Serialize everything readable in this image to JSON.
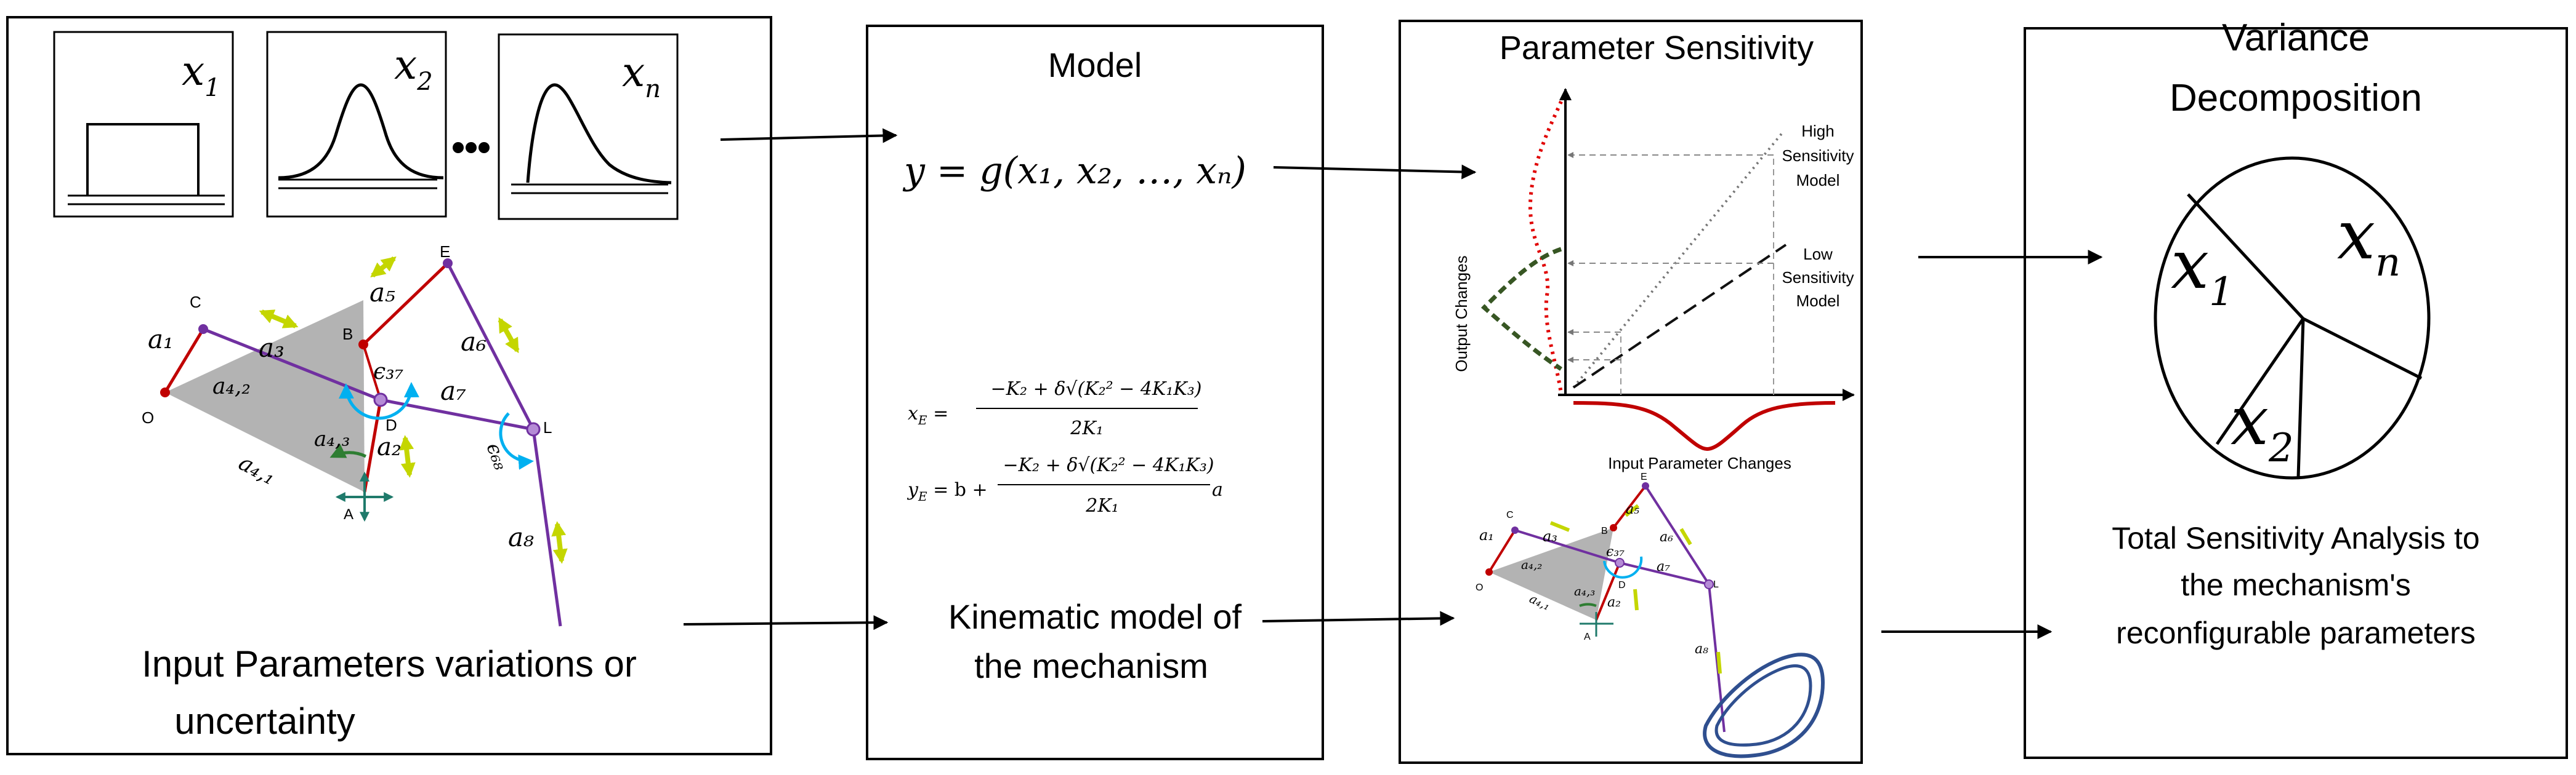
{
  "panels": {
    "model_title": "Model",
    "sensitivity_title": "Parameter Sensitivity",
    "variance_title_line1": "Variance",
    "variance_title_line2": "Decomposition"
  },
  "inputs": {
    "dist_labels": [
      {
        "base": "x",
        "sub": "1"
      },
      {
        "base": "x",
        "sub": "2"
      },
      {
        "base": "x",
        "sub": "n"
      }
    ],
    "caption_line1": "Input Parameters variations or",
    "caption_line2": "uncertainty"
  },
  "model": {
    "equation": "y = g(x₁, x₂, …, xₙ)",
    "xe_lhs": "x",
    "xe_lhs_sub": "E",
    "xe_numerator": "−K₂ + δ√(K₂² − 4K₁K₃)",
    "xe_denominator": "2K₁",
    "ye_lhs": "y",
    "ye_lhs_sub": "E",
    "ye_prefix": "= b +",
    "ye_numerator": "−K₂ + δ√(K₂² − 4K₁K₃)",
    "ye_denominator": "2K₁",
    "ye_suffix": "a",
    "caption_line1": "Kinematic model of",
    "caption_line2": "the mechanism"
  },
  "sensitivity": {
    "high_line1": "High",
    "high_line2": "Sensitivity",
    "high_line3": "Model",
    "low_line1": "Low",
    "low_line2": "Sensitivity",
    "low_line3": "Model",
    "ylabel": "Output Changes",
    "xlabel": "Input Parameter Changes"
  },
  "variance": {
    "slice_labels": [
      {
        "base": "x",
        "sub": "1"
      },
      {
        "base": "x",
        "sub": "n"
      },
      {
        "base": "x",
        "sub": "2"
      }
    ],
    "caption_line1": "Total Sensitivity Analysis to",
    "caption_line2": "the mechanism's",
    "caption_line3": "reconfigurable parameters"
  },
  "mechanism_large": {
    "points": [
      "O",
      "C",
      "B",
      "E",
      "D",
      "L",
      "A"
    ],
    "links": [
      "a₁",
      "a₃",
      "a₅",
      "a₆",
      "a₇",
      "a₂",
      "a₈",
      "a₄,₂",
      "a₄,₃",
      "a₄,₁"
    ],
    "angles": [
      "ϵ₃₇",
      "ϵ₆₈"
    ]
  },
  "mechanism_small": {
    "points": [
      "O",
      "C",
      "B",
      "E",
      "D",
      "L",
      "A"
    ],
    "links": [
      "a₁",
      "a₃",
      "a₅",
      "a₆",
      "a₇",
      "a₂",
      "a₈",
      "a₄,₂",
      "a₄,₃",
      "a₄,₁"
    ],
    "angles": [
      "ϵ₃₇"
    ]
  },
  "colors": {
    "red_link": "#c00000",
    "purple_link": "#7030a0",
    "triangle": "#a6a6a6",
    "angle_arc": "#00b0f0",
    "green_arc": "#2e7d32",
    "double_arrow": "#c4d600",
    "base_arrow": "#1f7a6b",
    "red_dotted": "#e00000",
    "green_dashed": "#375623",
    "trajectory": "#2f4f8f"
  }
}
